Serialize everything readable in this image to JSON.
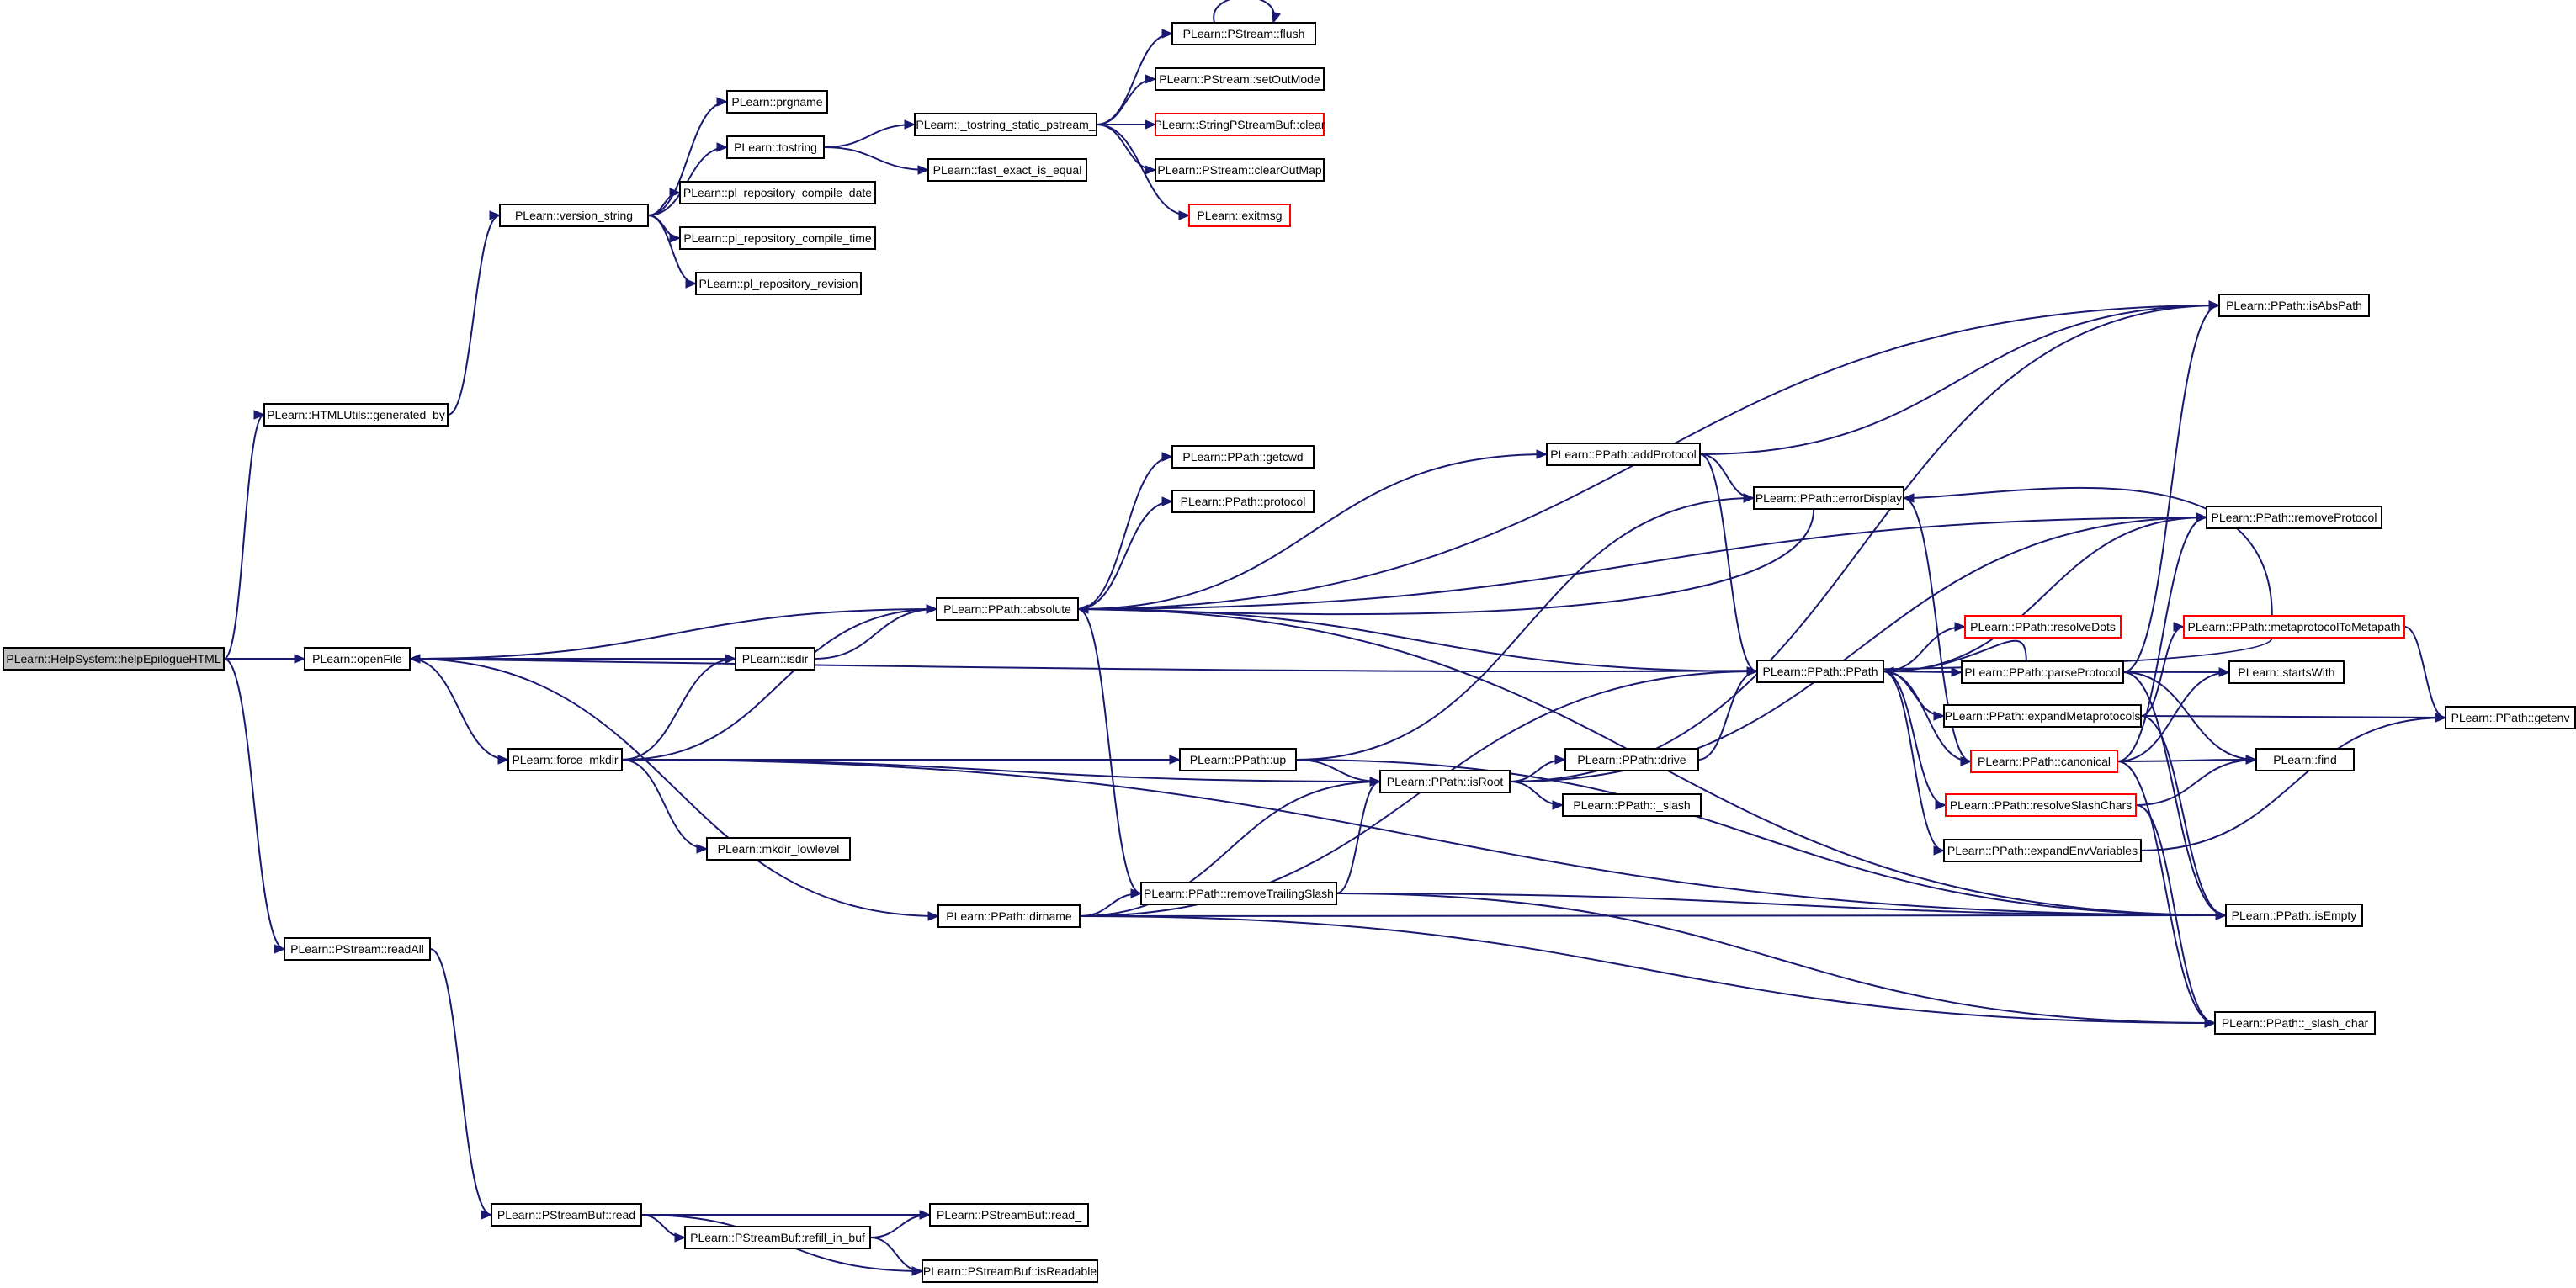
{
  "diagram_title": "Call graph: PLearn::HelpSystem::helpEpilogueHTML",
  "colors": {
    "edge": "#191970",
    "node_border": "#000000",
    "node_border_external": "#ff0000",
    "root_fill": "#bfbfbf"
  },
  "nodes": {
    "helpEpilogueHTML": {
      "label": "PLearn::HelpSystem::helpEpilogueHTML",
      "style": "root"
    },
    "generated_by": {
      "label": "PLearn::HTMLUtils::generated_by"
    },
    "openFile": {
      "label": "PLearn::openFile"
    },
    "readAll": {
      "label": "PLearn::PStream::readAll"
    },
    "version_string": {
      "label": "PLearn::version_string"
    },
    "prgname": {
      "label": "PLearn::prgname"
    },
    "tostring": {
      "label": "PLearn::tostring"
    },
    "compile_date": {
      "label": "PLearn::pl_repository_compile_date"
    },
    "compile_time": {
      "label": "PLearn::pl_repository_compile_time"
    },
    "revision": {
      "label": "PLearn::pl_repository_revision"
    },
    "tostring_static": {
      "label": "PLearn::_tostring_static_pstream_"
    },
    "fast_exact_is_equal": {
      "label": "PLearn::fast_exact_is_equal"
    },
    "flush": {
      "label": "PLearn::PStream::flush"
    },
    "setOutMode": {
      "label": "PLearn::PStream::setOutMode"
    },
    "sps_clear": {
      "label": "PLearn::StringPStreamBuf::clear",
      "style": "red"
    },
    "clearOutMap": {
      "label": "PLearn::PStream::clearOutMap"
    },
    "exitmsg": {
      "label": "PLearn::exitmsg",
      "style": "red"
    },
    "absolute": {
      "label": "PLearn::PPath::absolute"
    },
    "isdir": {
      "label": "PLearn::isdir"
    },
    "force_mkdir": {
      "label": "PLearn::force_mkdir"
    },
    "mkdir_lowlevel": {
      "label": "PLearn::mkdir_lowlevel"
    },
    "getcwd": {
      "label": "PLearn::PPath::getcwd"
    },
    "protocol": {
      "label": "PLearn::PPath::protocol"
    },
    "up": {
      "label": "PLearn::PPath::up"
    },
    "dirname": {
      "label": "PLearn::PPath::dirname"
    },
    "removeTrailingSlash": {
      "label": "PLearn::PPath::removeTrailingSlash"
    },
    "isRoot": {
      "label": "PLearn::PPath::isRoot"
    },
    "drive": {
      "label": "PLearn::PPath::drive"
    },
    "_slash": {
      "label": "PLearn::PPath::_slash"
    },
    "addProtocol": {
      "label": "PLearn::PPath::addProtocol"
    },
    "errorDisplay": {
      "label": "PLearn::PPath::errorDisplay"
    },
    "PPath": {
      "label": "PLearn::PPath::PPath"
    },
    "resolveDots": {
      "label": "PLearn::PPath::resolveDots",
      "style": "red"
    },
    "parseProtocol": {
      "label": "PLearn::PPath::parseProtocol"
    },
    "expandMetaprotocols": {
      "label": "PLearn::PPath::expandMetaprotocols"
    },
    "canonical": {
      "label": "PLearn::PPath::canonical",
      "style": "red"
    },
    "resolveSlashChars": {
      "label": "PLearn::PPath::resolveSlashChars",
      "style": "red"
    },
    "expandEnvVariables": {
      "label": "PLearn::PPath::expandEnvVariables"
    },
    "isAbsPath": {
      "label": "PLearn::PPath::isAbsPath"
    },
    "removeProtocol": {
      "label": "PLearn::PPath::removeProtocol"
    },
    "metaprotocolToMetapath": {
      "label": "PLearn::PPath::metaprotocolToMetapath",
      "style": "red"
    },
    "startsWith": {
      "label": "PLearn::startsWith"
    },
    "find": {
      "label": "PLearn::find"
    },
    "isEmpty": {
      "label": "PLearn::PPath::isEmpty"
    },
    "_slash_char": {
      "label": "PLearn::PPath::_slash_char"
    },
    "getenv": {
      "label": "PLearn::PPath::getenv"
    },
    "psb_read": {
      "label": "PLearn::PStreamBuf::read"
    },
    "refill_in_buf": {
      "label": "PLearn::PStreamBuf::refill_in_buf"
    },
    "psb_read_": {
      "label": "PLearn::PStreamBuf::read_"
    },
    "isReadable": {
      "label": "PLearn::PStreamBuf::isReadable"
    }
  },
  "edges": [
    [
      "helpEpilogueHTML",
      "generated_by"
    ],
    [
      "helpEpilogueHTML",
      "openFile"
    ],
    [
      "helpEpilogueHTML",
      "readAll"
    ],
    [
      "generated_by",
      "version_string"
    ],
    [
      "version_string",
      "prgname"
    ],
    [
      "version_string",
      "tostring"
    ],
    [
      "version_string",
      "compile_date"
    ],
    [
      "version_string",
      "compile_time"
    ],
    [
      "version_string",
      "revision"
    ],
    [
      "tostring",
      "tostring_static"
    ],
    [
      "tostring",
      "fast_exact_is_equal"
    ],
    [
      "tostring_static",
      "flush"
    ],
    [
      "tostring_static",
      "setOutMode"
    ],
    [
      "tostring_static",
      "sps_clear"
    ],
    [
      "tostring_static",
      "clearOutMap"
    ],
    [
      "tostring_static",
      "exitmsg"
    ],
    [
      "flush",
      "flush"
    ],
    [
      "openFile",
      "absolute"
    ],
    [
      "openFile",
      "isdir"
    ],
    [
      "openFile",
      "force_mkdir"
    ],
    [
      "openFile",
      "dirname"
    ],
    [
      "isdir",
      "absolute"
    ],
    [
      "force_mkdir",
      "isdir"
    ],
    [
      "force_mkdir",
      "absolute"
    ],
    [
      "force_mkdir",
      "mkdir_lowlevel"
    ],
    [
      "force_mkdir",
      "up"
    ],
    [
      "force_mkdir",
      "isRoot"
    ],
    [
      "force_mkdir",
      "isEmpty"
    ],
    [
      "absolute",
      "getcwd"
    ],
    [
      "absolute",
      "protocol"
    ],
    [
      "absolute",
      "addProtocol"
    ],
    [
      "absolute",
      "isAbsPath"
    ],
    [
      "absolute",
      "removeProtocol"
    ],
    [
      "absolute",
      "PPath"
    ],
    [
      "absolute",
      "removeTrailingSlash"
    ],
    [
      "absolute",
      "isEmpty"
    ],
    [
      "addProtocol",
      "isAbsPath"
    ],
    [
      "addProtocol",
      "errorDisplay"
    ],
    [
      "addProtocol",
      "PPath"
    ],
    [
      "errorDisplay",
      "absolute"
    ],
    [
      "errorDisplay",
      "canonical"
    ],
    [
      "up",
      "isRoot"
    ],
    [
      "up",
      "errorDisplay"
    ],
    [
      "up",
      "isEmpty"
    ],
    [
      "dirname",
      "removeTrailingSlash"
    ],
    [
      "dirname",
      "isRoot"
    ],
    [
      "dirname",
      "PPath"
    ],
    [
      "dirname",
      "isEmpty"
    ],
    [
      "dirname",
      "_slash_char"
    ],
    [
      "removeTrailingSlash",
      "isRoot"
    ],
    [
      "removeTrailingSlash",
      "isEmpty"
    ],
    [
      "removeTrailingSlash",
      "_slash_char"
    ],
    [
      "isRoot",
      "drive"
    ],
    [
      "isRoot",
      "_slash"
    ],
    [
      "isRoot",
      "isAbsPath"
    ],
    [
      "isRoot",
      "removeProtocol"
    ],
    [
      "drive",
      "PPath"
    ],
    [
      "PPath",
      "resolveDots"
    ],
    [
      "PPath",
      "parseProtocol"
    ],
    [
      "PPath",
      "expandMetaprotocols"
    ],
    [
      "PPath",
      "canonical"
    ],
    [
      "PPath",
      "resolveSlashChars"
    ],
    [
      "PPath",
      "expandEnvVariables"
    ],
    [
      "PPath",
      "removeProtocol"
    ],
    [
      "PPath",
      "startsWith"
    ],
    [
      "parseProtocol",
      "PPath"
    ],
    [
      "parseProtocol",
      "isAbsPath"
    ],
    [
      "parseProtocol",
      "isEmpty"
    ],
    [
      "parseProtocol",
      "find"
    ],
    [
      "expandMetaprotocols",
      "metaprotocolToMetapath"
    ],
    [
      "expandMetaprotocols",
      "getenv"
    ],
    [
      "expandMetaprotocols",
      "isEmpty"
    ],
    [
      "canonical",
      "removeProtocol"
    ],
    [
      "canonical",
      "find"
    ],
    [
      "canonical",
      "startsWith"
    ],
    [
      "canonical",
      "_slash_char"
    ],
    [
      "resolveSlashChars",
      "find"
    ],
    [
      "resolveSlashChars",
      "_slash_char"
    ],
    [
      "expandEnvVariables",
      "getenv"
    ],
    [
      "metaprotocolToMetapath",
      "errorDisplay"
    ],
    [
      "metaprotocolToMetapath",
      "getenv"
    ],
    [
      "metaprotocolToMetapath",
      "openFile"
    ],
    [
      "readAll",
      "psb_read"
    ],
    [
      "psb_read",
      "refill_in_buf"
    ],
    [
      "psb_read",
      "psb_read_"
    ],
    [
      "psb_read",
      "isReadable"
    ],
    [
      "refill_in_buf",
      "psb_read_"
    ],
    [
      "refill_in_buf",
      "isReadable"
    ]
  ]
}
